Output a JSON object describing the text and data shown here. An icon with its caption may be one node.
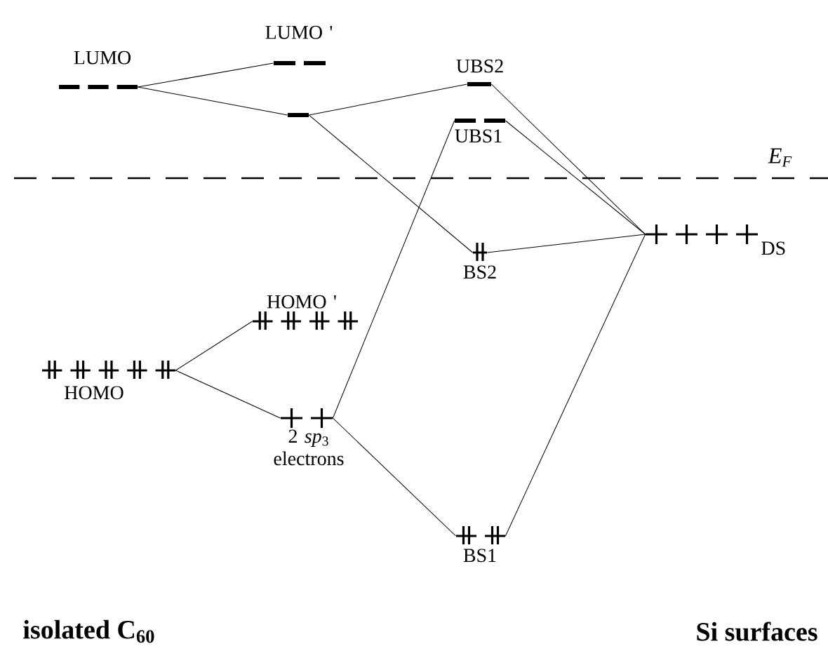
{
  "diagram": {
    "nodes": [
      {
        "text": [
          "LUMO"
        ]
      },
      {
        "text": [
          "LUMO '"
        ]
      },
      {
        "text": [],
        "shape": "bar"
      },
      {
        "text": [
          "UBS2"
        ]
      },
      {
        "text": [
          "UBS1"
        ]
      },
      {
        "text": [
          "BS2"
        ]
      },
      {
        "text": [
          "DS"
        ]
      },
      {
        "text": [
          "HOMO '"
        ]
      },
      {
        "text": [
          "HOMO"
        ]
      },
      {
        "text": [
          "2 *sp*$_{3}$ electrons"
        ]
      },
      {
        "text": [
          "BS1"
        ]
      }
    ],
    "edges": [
      {
        "from": 0,
        "to": 1,
        "arrow": "none"
      },
      {
        "from": 0,
        "to": 2,
        "arrow": "none"
      },
      {
        "from": 2,
        "to": 3,
        "arrow": "none"
      },
      {
        "from": 2,
        "to": 5,
        "arrow": "none"
      },
      {
        "from": 3,
        "to": 6,
        "arrow": "none"
      },
      {
        "from": 4,
        "to": 6,
        "arrow": "none"
      },
      {
        "from": 5,
        "to": 6,
        "arrow": "none"
      },
      {
        "from": 8,
        "to": 7,
        "arrow": "none"
      },
      {
        "from": 8,
        "to": 9,
        "arrow": "none"
      },
      {
        "from": 9,
        "to": 4,
        "arrow": "none"
      },
      {
        "from": 9,
        "to": 10,
        "arrow": "none"
      },
      {
        "from": 10,
        "to": 6,
        "arrow": "none"
      }
    ],
    "labels": [
      "*E*$_{F}$",
      "isolated C$_{60}$",
      "Si surfaces"
    ]
  }
}
